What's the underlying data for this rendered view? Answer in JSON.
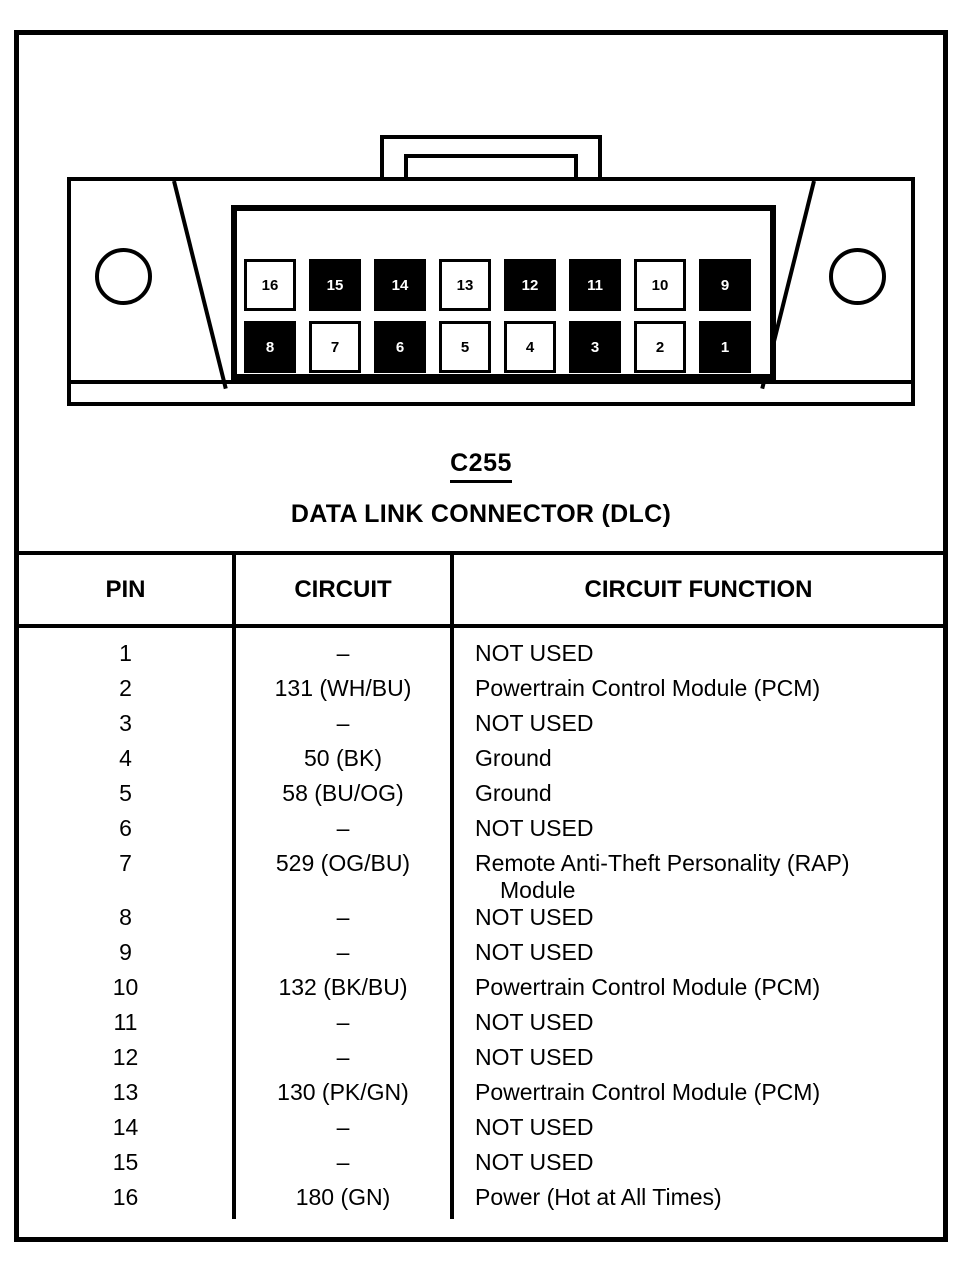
{
  "connector": {
    "code": "C255",
    "name": "DATA LINK CONNECTOR (DLC)",
    "pin_rows": {
      "top": [
        {
          "number": "16",
          "state": "empty"
        },
        {
          "number": "15",
          "state": "filled"
        },
        {
          "number": "14",
          "state": "filled"
        },
        {
          "number": "13",
          "state": "empty"
        },
        {
          "number": "12",
          "state": "filled"
        },
        {
          "number": "11",
          "state": "filled"
        },
        {
          "number": "10",
          "state": "empty"
        },
        {
          "number": "9",
          "state": "filled"
        }
      ],
      "bottom": [
        {
          "number": "8",
          "state": "filled"
        },
        {
          "number": "7",
          "state": "empty"
        },
        {
          "number": "6",
          "state": "filled"
        },
        {
          "number": "5",
          "state": "empty"
        },
        {
          "number": "4",
          "state": "empty"
        },
        {
          "number": "3",
          "state": "filled"
        },
        {
          "number": "2",
          "state": "empty"
        },
        {
          "number": "1",
          "state": "filled"
        }
      ]
    }
  },
  "table": {
    "headers": {
      "pin": "PIN",
      "circuit": "CIRCUIT",
      "function": "CIRCUIT FUNCTION"
    },
    "rows": [
      {
        "pin": "1",
        "circuit": "–",
        "function": "NOT USED",
        "function_line2": ""
      },
      {
        "pin": "2",
        "circuit": "131 (WH/BU)",
        "function": "Powertrain Control Module (PCM)",
        "function_line2": ""
      },
      {
        "pin": "3",
        "circuit": "–",
        "function": "NOT USED",
        "function_line2": ""
      },
      {
        "pin": "4",
        "circuit": "50 (BK)",
        "function": "Ground",
        "function_line2": ""
      },
      {
        "pin": "5",
        "circuit": "58 (BU/OG)",
        "function": "Ground",
        "function_line2": ""
      },
      {
        "pin": "6",
        "circuit": "–",
        "function": "NOT USED",
        "function_line2": ""
      },
      {
        "pin": "7",
        "circuit": "529 (OG/BU)",
        "function": "Remote Anti-Theft Personality (RAP)",
        "function_line2": "Module"
      },
      {
        "pin": "8",
        "circuit": "–",
        "function": "NOT USED",
        "function_line2": ""
      },
      {
        "pin": "9",
        "circuit": "–",
        "function": "NOT USED",
        "function_line2": ""
      },
      {
        "pin": "10",
        "circuit": "132 (BK/BU)",
        "function": "Powertrain Control Module (PCM)",
        "function_line2": ""
      },
      {
        "pin": "11",
        "circuit": "–",
        "function": "NOT USED",
        "function_line2": ""
      },
      {
        "pin": "12",
        "circuit": "–",
        "function": "NOT USED",
        "function_line2": ""
      },
      {
        "pin": "13",
        "circuit": "130 (PK/GN)",
        "function": "Powertrain Control Module (PCM)",
        "function_line2": ""
      },
      {
        "pin": "14",
        "circuit": "–",
        "function": "NOT USED",
        "function_line2": ""
      },
      {
        "pin": "15",
        "circuit": "–",
        "function": "NOT USED",
        "function_line2": ""
      },
      {
        "pin": "16",
        "circuit": "180 (GN)",
        "function": "Power (Hot at All Times)",
        "function_line2": ""
      }
    ]
  },
  "colors": {
    "ink": "#000000",
    "paper": "#ffffff"
  }
}
